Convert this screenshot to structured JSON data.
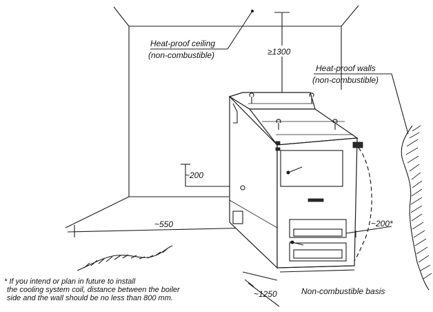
{
  "labels": {
    "ceiling_line1": "Heat-proof ceiling",
    "ceiling_line2": "(non-combustible)",
    "walls_line1": "Heat-proof walls",
    "walls_line2": "(non-combustible)",
    "dim_top": "≥1300",
    "dim_left": "~200",
    "dim_front_left": "~550",
    "dim_right": "~200*",
    "dim_front": "~1250",
    "basis": "Non-combustible basis"
  },
  "footnote": [
    "* If you intend or plan in future to install",
    "  the cooling system coil, distance between the boiler",
    "  side and the wall should be no less than 800 mm."
  ]
}
